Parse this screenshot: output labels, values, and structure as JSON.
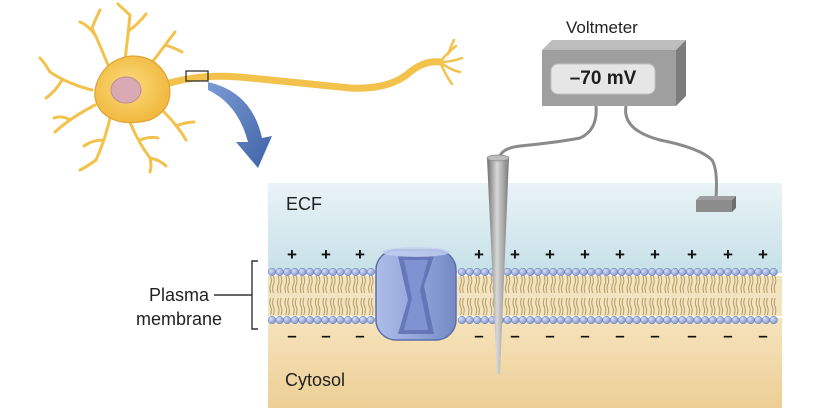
{
  "labels": {
    "ecf": "ECF",
    "cytosol": "Cytosol",
    "plasma_membrane_line1": "Plasma",
    "plasma_membrane_line2": "membrane",
    "voltmeter": "Voltmeter",
    "voltmeter_reading": "–70 mV"
  },
  "charges": {
    "outside": "+",
    "inside": "–"
  },
  "colors": {
    "ecf": "#cfe6ec",
    "cytosol": "#f0d39a",
    "neuron": "#f3c24f",
    "lipid_head": "#8ea4d6",
    "protein_channel": "#93a6dc",
    "arrow": "#4f73b5",
    "voltmeter_body": "#9c9c9c",
    "display": "#e4e4e4"
  }
}
